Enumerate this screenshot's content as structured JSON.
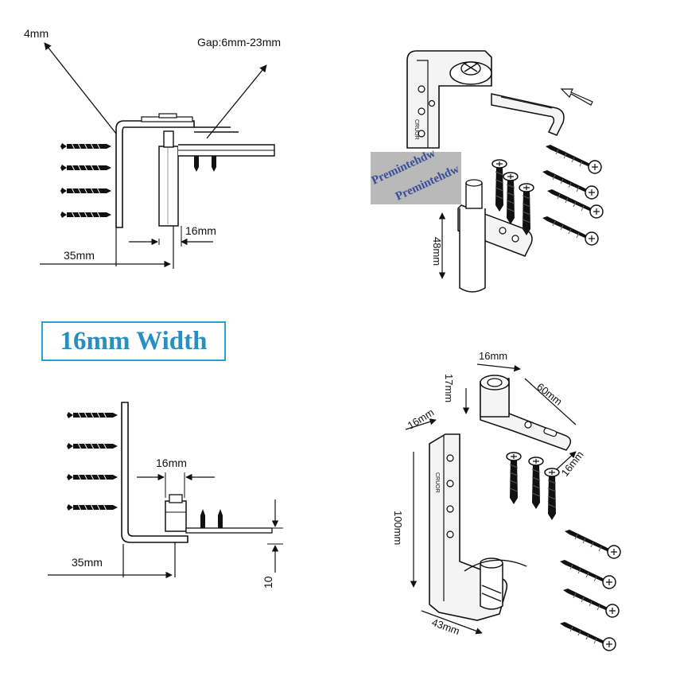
{
  "panel_title": "16mm Width",
  "colors": {
    "title": "#2a8fc0",
    "title_border": "#2aa3c9",
    "line": "#111111",
    "watermark_bg": "#b9b9b9",
    "watermark_text": "#3a4e9a"
  },
  "top_left": {
    "label_thickness": "4mm",
    "label_gap": "Gap:6mm-23mm",
    "label_pin_width": "16mm",
    "label_offset": "35mm"
  },
  "top_right": {
    "label_pin_height": "48mm",
    "watermark_text": "Premintehdw",
    "stamp_text": "CRUOR"
  },
  "bottom_left": {
    "label_pin_width": "16mm",
    "label_offset": "35mm",
    "label_plate_height": "10"
  },
  "bottom_right": {
    "label_top_width": "16mm",
    "label_top_height": "17mm",
    "label_arm_length": "60mm",
    "label_arm_width": "16mm",
    "label_bracket_width": "16mm",
    "label_bracket_height": "100mm",
    "label_bracket_base": "43mm",
    "stamp_text": "CRUOR"
  }
}
